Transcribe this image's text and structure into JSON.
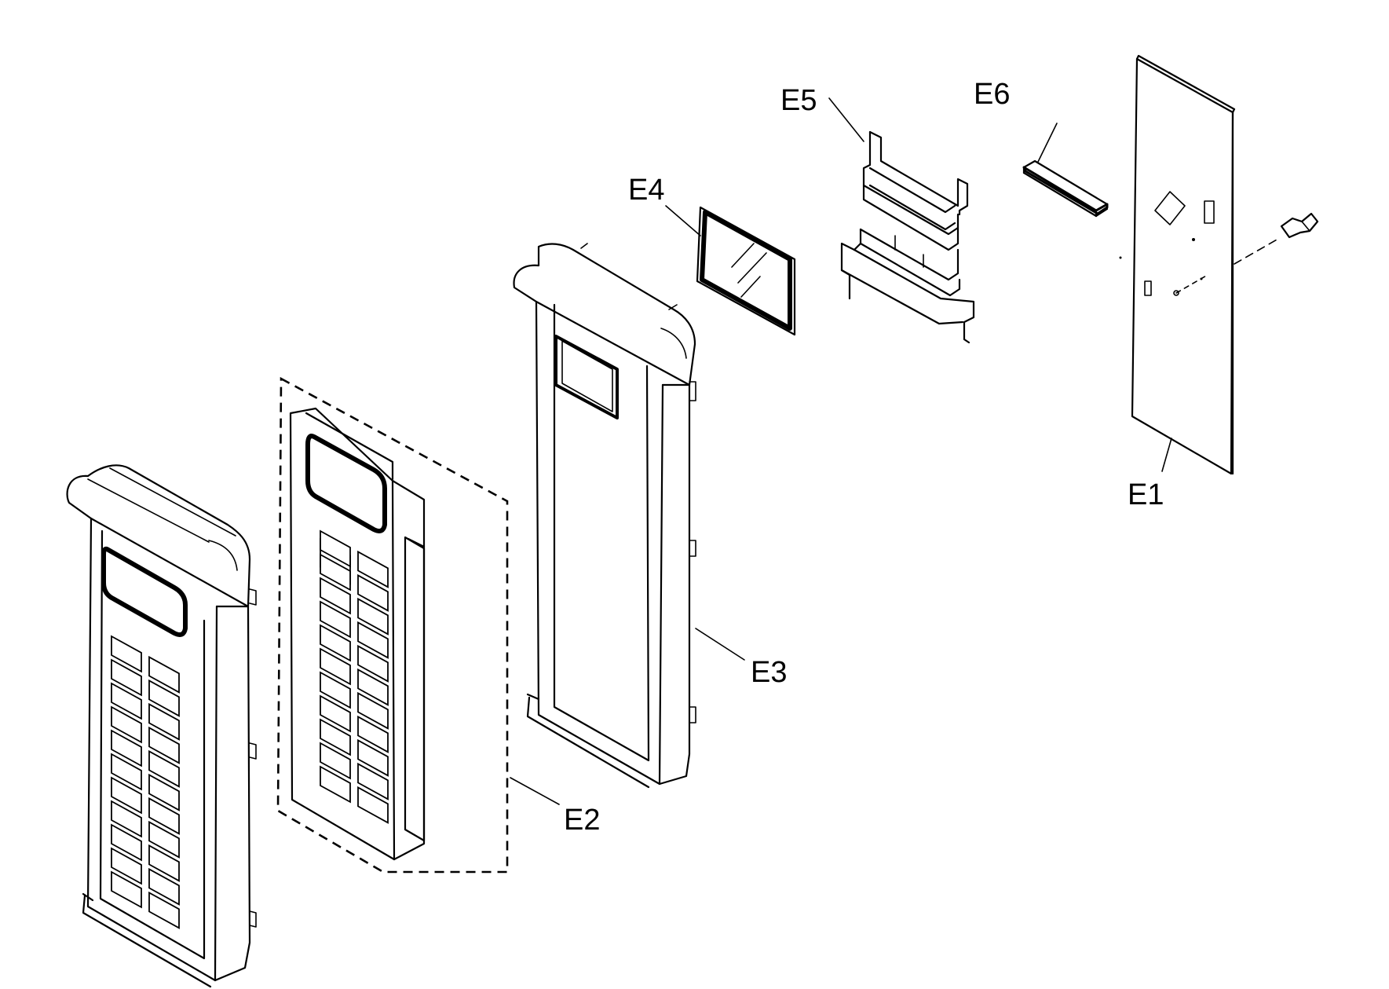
{
  "diagram": {
    "parts": [
      {
        "id": "E1",
        "label": "E1"
      },
      {
        "id": "E2",
        "label": "E2"
      },
      {
        "id": "E3",
        "label": "E3"
      },
      {
        "id": "E4",
        "label": "E4"
      },
      {
        "id": "E5",
        "label": "E5"
      },
      {
        "id": "E6",
        "label": "E6"
      }
    ]
  }
}
